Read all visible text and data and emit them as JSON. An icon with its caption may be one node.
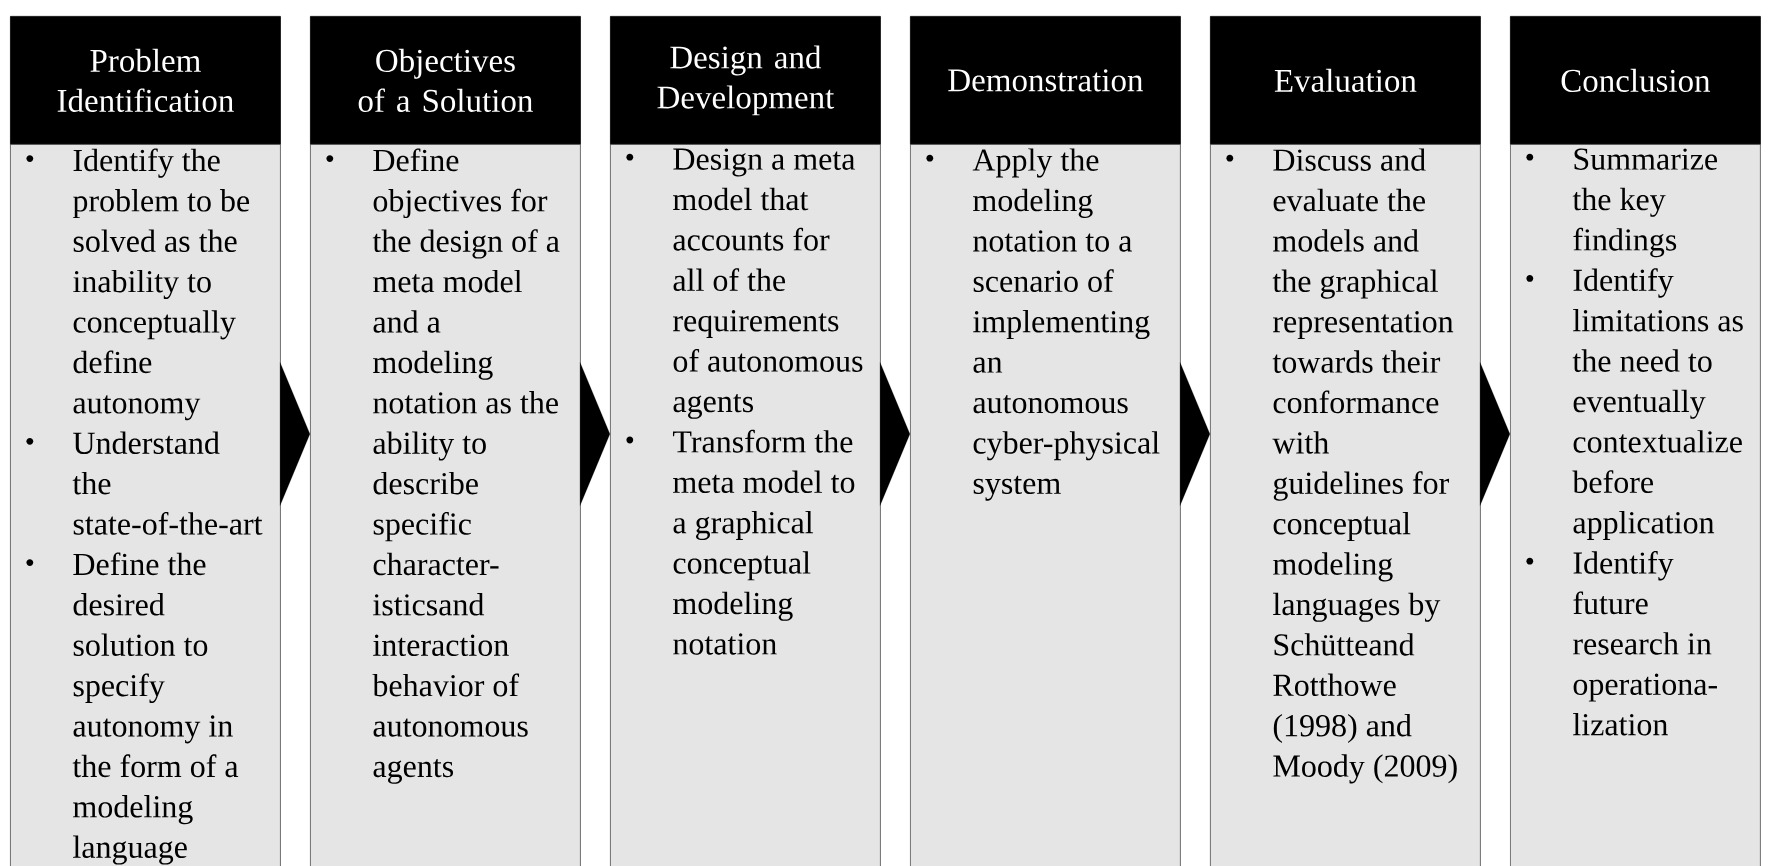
{
  "diagram": {
    "nodes": [
      {
        "text": [
          "Problem Identification"
        ]
      },
      {
        "text": [
          "Identify the problem to be solved as the inability to conceptually define autonomy",
          "Understand the state-of-the-art",
          "Define the desired solution to specify autonomy in the form of a modeling language"
        ]
      },
      {
        "text": [
          "Objectives of a Solution"
        ]
      },
      {
        "text": [
          "Define objectives for the design of a meta model and a modeling notation as the ability to describe specific character-isticsand interaction behavior of autonomous agents"
        ]
      },
      {
        "text": [
          "Design and Development"
        ]
      },
      {
        "text": [
          "Design a meta model that accounts for all of the requirements of autonomous agents",
          "Transform the meta model to a graphical conceptual modeling notation"
        ]
      },
      {
        "text": [
          "Demonstration"
        ]
      },
      {
        "text": [
          "Apply the modeling notation to a scenario of implementing an autonomous cyber-physical system"
        ]
      },
      {
        "text": [
          "Evaluation"
        ]
      },
      {
        "text": [
          "Discuss and evaluate the models and the graphical representation towards their conformance with guidelines for conceptual modeling languages by Schütteand Rotthowe (1998) and Moody (2009)"
        ]
      },
      {
        "text": [
          "Conclusion"
        ]
      },
      {
        "text": [
          "Summarize the key findings",
          "Identify limitations as the need to eventually contextualize before application",
          "Identify future research in operationa-lization"
        ]
      }
    ],
    "edges": [
      {
        "from": 1,
        "to": 3,
        "arrow": "to"
      },
      {
        "from": 3,
        "to": 5,
        "arrow": "to"
      },
      {
        "from": 5,
        "to": 7,
        "arrow": "to"
      },
      {
        "from": 7,
        "to": 9,
        "arrow": "to"
      },
      {
        "from": 9,
        "to": 11,
        "arrow": "to"
      }
    ]
  }
}
